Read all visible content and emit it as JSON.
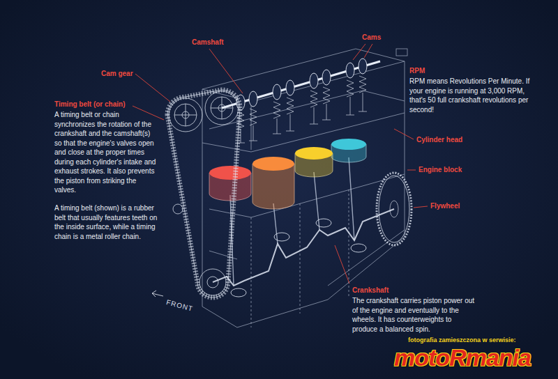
{
  "diagram": {
    "labels": [
      "Camshaft",
      "Cams",
      "Cam gear",
      "Timing belt (or chain)",
      "A timing belt or chain synchronizes the rotation of the crankshaft and the camshaft(s) so that the engine's valves open and close at the proper times during each cylinder's intake and exhaust strokes. It also prevents the piston from striking the valves.",
      "A timing belt (shown) is a rubber belt that usually features teeth on the inside surface, while a timing chain is a metal roller chain.",
      "RPM",
      "RPM means Revolutions Per Minute. If your engine is running at 3,000 RPM, that's 50 full crankshaft revolutions per second!",
      "Cylinder head",
      "Engine block",
      "Flywheel",
      "Crankshaft",
      "The crankshaft carries piston power out of the engine and eventually to the wheels. It has counterweights to produce a balanced spin.",
      "FRONT",
      "fotografia zamieszczona w serwisie:",
      "motoRmania"
    ]
  }
}
